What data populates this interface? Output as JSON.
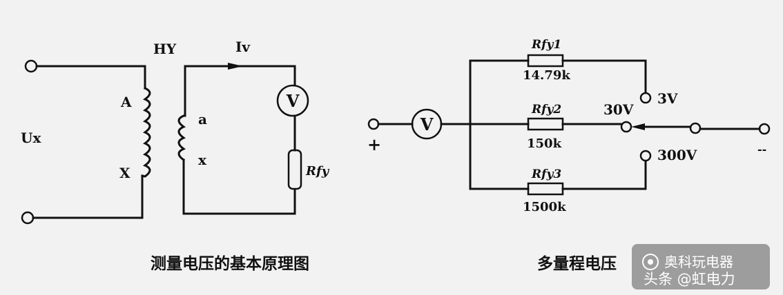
{
  "left_diagram": {
    "labels": {
      "hy": "HY",
      "iv": "Iv",
      "ux": "Ux",
      "A": "A",
      "X": "X",
      "a": "a",
      "x": "x",
      "rfy": "Rfy",
      "voltmeter": "V"
    },
    "caption": "测量电压的基本原理图"
  },
  "right_diagram": {
    "labels": {
      "rfy1": "Rfy1",
      "rfy1_value": "14.79k",
      "rfy2": "Rfy2",
      "rfy2_value": "150k",
      "rfy3": "Rfy3",
      "rfy3_value": "1500k",
      "range_3v": "3V",
      "range_30v": "30V",
      "range_300v": "300V",
      "plus": "+",
      "minus": "--",
      "voltmeter": "V"
    },
    "caption": "多量程电压"
  },
  "watermark": {
    "line1": "奥科玩电器",
    "line2": "头条 @虹电力"
  }
}
